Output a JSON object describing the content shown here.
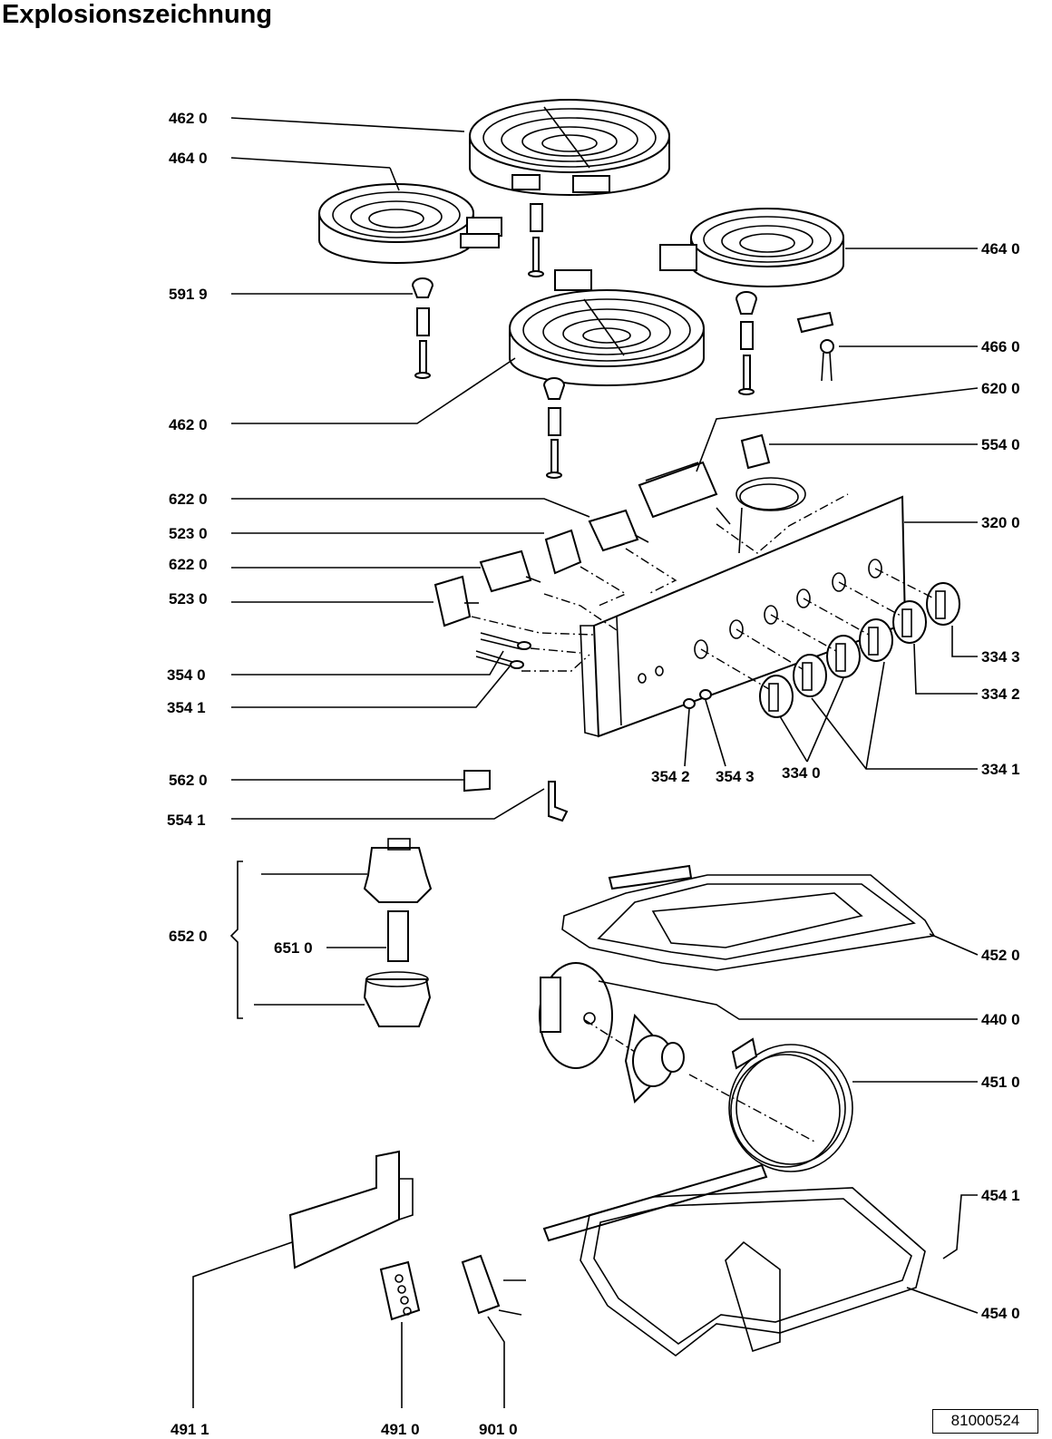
{
  "title": "Explosionszeichnung",
  "document_number": "81000524",
  "callouts": [
    "462 0",
    "464 0",
    "591 9",
    "462 0",
    "622 0",
    "523 0",
    "622 0",
    "523 0",
    "354 0",
    "354 1",
    "562 0",
    "554 1",
    "652 0",
    "651 0",
    "491 1",
    "491 0",
    "901 0",
    "464 0",
    "466 0",
    "620 0",
    "554 0",
    "320 0",
    "334 3",
    "334 2",
    "354 2",
    "354 3",
    "334 0",
    "334 1",
    "452 0",
    "440 0",
    "451 0",
    "454 1",
    "454 0"
  ]
}
